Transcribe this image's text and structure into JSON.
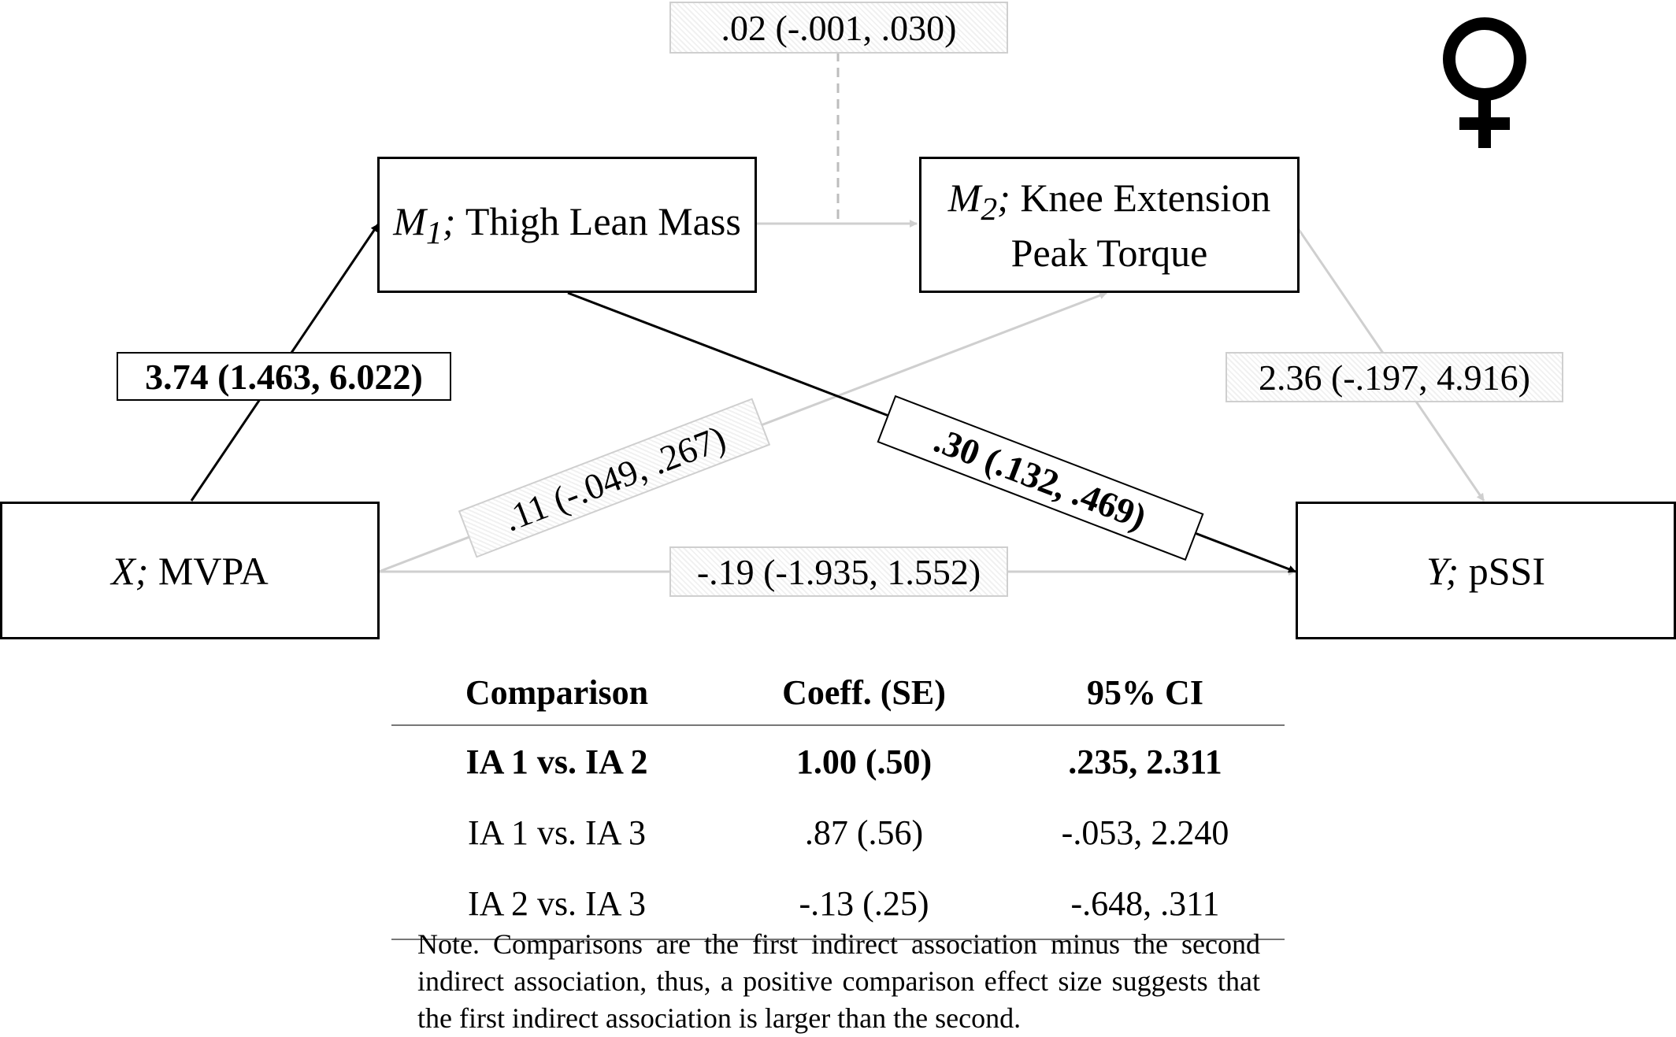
{
  "nodes": {
    "x": {
      "var": "X;",
      "label": "MVPA"
    },
    "m1": {
      "var": "M",
      "sub": "1",
      "sep": ";",
      "label": "Thigh Lean Mass"
    },
    "m2": {
      "var": "M",
      "sub": "2",
      "sep": ";",
      "line1": "Knee Extension",
      "line2": "Peak Torque"
    },
    "y": {
      "var": "Y;",
      "label": "pSSI"
    }
  },
  "paths": {
    "x_m1": "3.74 (1.463, 6.022)",
    "m1_m2": ".02 (-.001, .030)",
    "x_m2": ".11 (-.049, .267)",
    "m1_y": ".30 (.132, .469)",
    "m2_y": "2.36 (-.197, 4.916)",
    "x_y": "-.19 (-1.935, 1.552)"
  },
  "symbol": "♀",
  "colors": {
    "significant": "#000000",
    "nonsignificant": "#cfcfcf",
    "dashed": "#bdbdbd"
  },
  "table": {
    "headers": [
      "Comparison",
      "Coeff. (SE)",
      "95% CI"
    ],
    "rows": [
      {
        "comparison": "IA 1 vs. IA 2",
        "coeff": "1.00 (.50)",
        "ci": ".235, 2.311",
        "bold": true
      },
      {
        "comparison": "IA 1 vs. IA 3",
        "coeff": ".87 (.56)",
        "ci": "-.053, 2.240",
        "bold": false
      },
      {
        "comparison": "IA 2 vs. IA 3",
        "coeff": "-.13 (.25)",
        "ci": "-.648, .311",
        "bold": false
      }
    ]
  },
  "note": "Note. Comparisons are the first indirect association minus the second indirect association, thus, a positive comparison effect size suggests that the first indirect association is larger than the second."
}
